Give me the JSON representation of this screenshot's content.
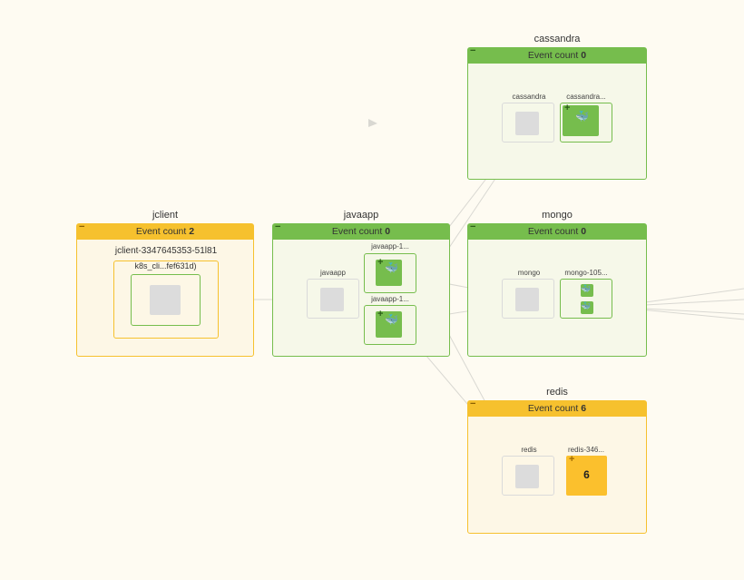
{
  "groups": {
    "cassandra": {
      "title": "cassandra",
      "event_label": "Event count",
      "event_count": "0",
      "service_label": "cassandra",
      "pod_label": "cassandra..."
    },
    "jclient": {
      "title": "jclient",
      "event_label": "Event count",
      "event_count": "2",
      "deployment_label": "jclient-3347645353-51l81",
      "pod_label": "k8s_cli...fef631d)"
    },
    "javaapp": {
      "title": "javaapp",
      "event_label": "Event count",
      "event_count": "0",
      "service_label": "javaapp",
      "pod1_label": "javaapp-1...",
      "pod2_label": "javaapp-1..."
    },
    "mongo": {
      "title": "mongo",
      "event_label": "Event count",
      "event_count": "0",
      "service_label": "mongo",
      "pod_label": "mongo-105..."
    },
    "redis": {
      "title": "redis",
      "event_label": "Event count",
      "event_count": "6",
      "service_label": "redis",
      "pod_label": "redis-346...",
      "pod_count": "6"
    }
  },
  "glyphs": {
    "collapse": "−",
    "expand": "+",
    "container_icon": "docker-whale-icon"
  },
  "colors": {
    "ok": "#76bd4d",
    "warning": "#f6c12e",
    "background": "#fefbf2",
    "edge": "#d6d6d0"
  }
}
